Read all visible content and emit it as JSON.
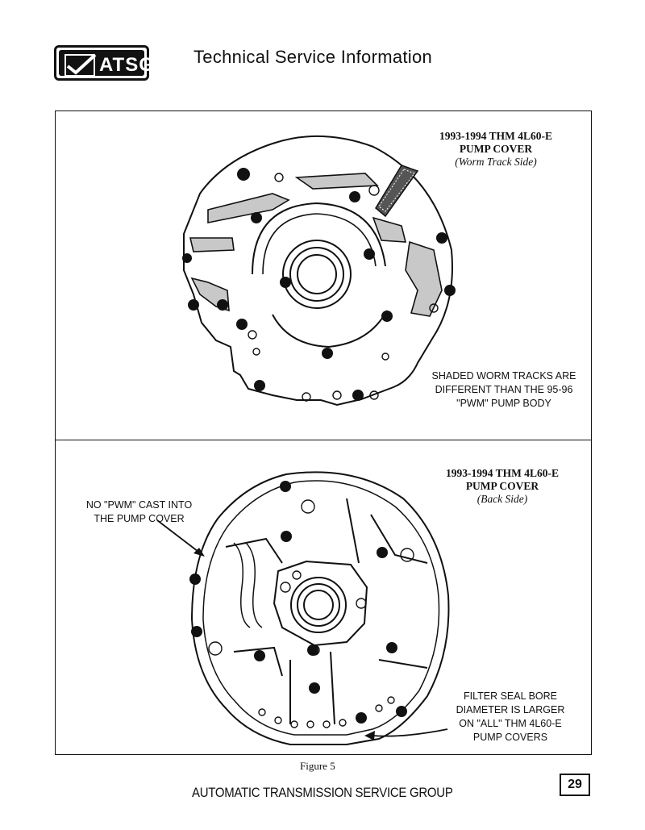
{
  "header": {
    "logo_text": "ATSG",
    "title": "Technical Service Information"
  },
  "figure_top": {
    "caption_line1": "1993-1994 THM 4L60-E",
    "caption_line2": "PUMP COVER",
    "caption_line3": "(Worm Track Side)",
    "note_line1": "SHADED WORM TRACKS ARE",
    "note_line2": "DIFFERENT THAN THE 95-96",
    "note_line3": "\"PWM\" PUMP BODY"
  },
  "figure_bottom": {
    "caption_line1": "1993-1994 THM 4L60-E",
    "caption_line2": "PUMP COVER",
    "caption_line3": "(Back Side)",
    "left_note_line1": "NO \"PWM\" CAST INTO",
    "left_note_line2": "THE PUMP COVER",
    "right_note_line1": "FILTER SEAL BORE",
    "right_note_line2": "DIAMETER IS LARGER",
    "right_note_line3": "ON \"ALL\" THM 4L60-E",
    "right_note_line4": "PUMP COVERS"
  },
  "figure_label": "Figure 5",
  "footer": {
    "text": "AUTOMATIC TRANSMISSION SERVICE GROUP",
    "page_number": "29"
  }
}
